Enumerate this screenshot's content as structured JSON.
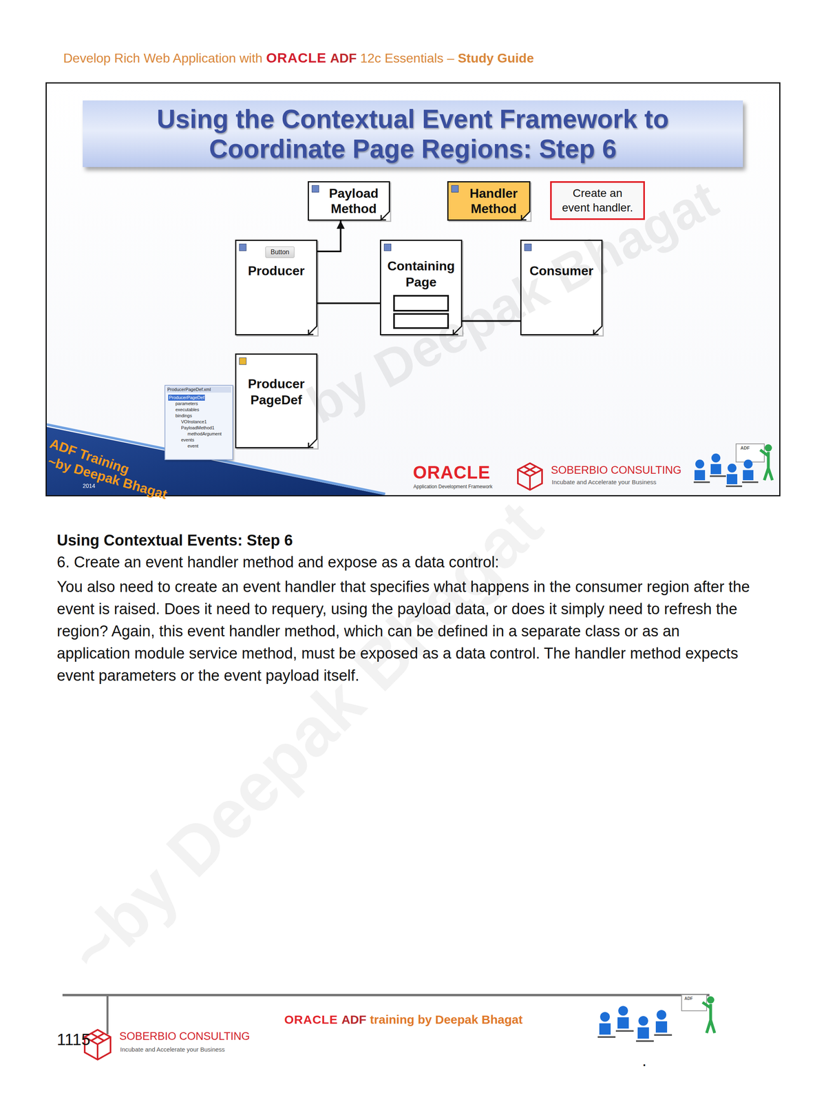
{
  "diagram": {
    "title": "Using the Contextual Event Framework to Coordinate Page Regions: Step 6",
    "nodes": [
      {
        "text": [
          "Payload Method"
        ]
      },
      {
        "text": [
          "Handler Method"
        ]
      },
      {
        "text": [
          "Create an event handler."
        ]
      },
      {
        "text": [
          "Button",
          "Producer"
        ]
      },
      {
        "text": [
          "Containing Page"
        ]
      },
      {
        "text": [
          "Consumer"
        ]
      },
      {
        "text": [
          "Producer PageDef"
        ]
      }
    ],
    "edges": [
      {
        "from": 3,
        "to": 0,
        "arrow": "to"
      },
      {
        "from": 3,
        "to": 4,
        "arrow": "to"
      },
      {
        "from": 5,
        "to": 4,
        "arrow": "to"
      }
    ],
    "labels": [
      "Develop Rich Web Application with",
      "ORACLE",
      "ADF",
      "12c Essentials –",
      "Study Guide",
      "ProducerPageDef.xml",
      "ProducerPageDef",
      "parameters",
      "executables",
      "bindings",
      "VOInstance1",
      "PayloadMethod1",
      "methodArgument",
      "events",
      "event",
      "by Deepak Bhagat",
      "ADF Training",
      "~by Deepak Bhagat",
      "2014",
      "ORACLE",
      "Application Development Framework",
      "SOBERBIO CONSULTING",
      "Incubate and Accelerate your Business",
      "ADF",
      "Using Contextual Events: Step 6",
      "6. Create an event handler method and expose as a data control:",
      "You also need to create an event handler that specifies what happens in the consumer region after the event is raised. Does it need to requery, using the payload data, or does it simply need to refresh the region? Again, this event handler method, which can be defined in a separate class or as an application module service method, must be exposed as a data control. The handler method expects event parameters or the event payload itself.",
      "~by Deepak Bhagat",
      "1115",
      "SOBERBIO CONSULTING",
      "Incubate and Accelerate your Business",
      "ORACLE",
      "ADF",
      "training by Deepak Bhagat",
      "ADF",
      "."
    ]
  }
}
